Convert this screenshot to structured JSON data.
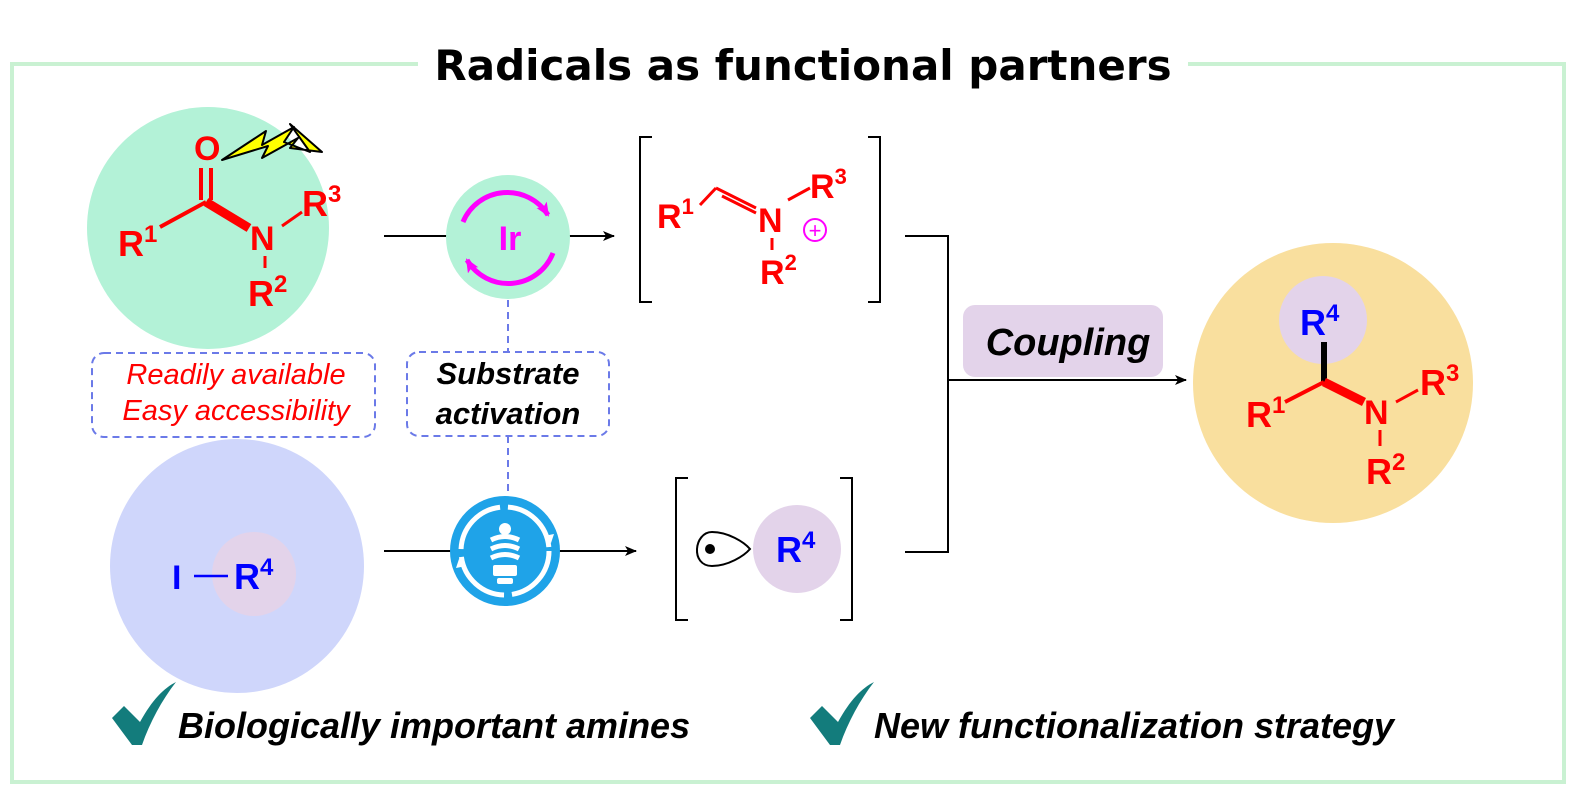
{
  "title": "Radicals as functional partners",
  "colors": {
    "frame": "#c9f1d2",
    "green_circle": "#b3f2d7",
    "blue_circle": "#cfd6fb",
    "orange_circle": "#f9df9e",
    "lavender": "#e3d3ea",
    "red": "#ff0000",
    "blue": "#0000ff",
    "magenta": "#ff00ff",
    "teal": "#137c7c",
    "bulb_blue": "#1fa3e8"
  },
  "amide": {
    "oxygen": "O",
    "r1": "R",
    "r1_sup": "1",
    "nitrogen": "N",
    "r2": "R",
    "r2_sup": "2",
    "r3": "R",
    "r3_sup": "3"
  },
  "iodide": {
    "iodine": "I",
    "r4": "R",
    "r4_sup": "4"
  },
  "catalyst": {
    "label": "Ir"
  },
  "iminium": {
    "r1": "R",
    "r1_sup": "1",
    "nitrogen": "N",
    "r2": "R",
    "r2_sup": "2",
    "r3": "R",
    "r3_sup": "3",
    "charge": "+"
  },
  "radical": {
    "r4": "R",
    "r4_sup": "4"
  },
  "product": {
    "r1": "R",
    "r1_sup": "1",
    "nitrogen": "N",
    "r2": "R",
    "r2_sup": "2",
    "r3": "R",
    "r3_sup": "3",
    "r4": "R",
    "r4_sup": "4"
  },
  "notes": {
    "availability_line1": "Readily available",
    "availability_line2": "Easy accessibility",
    "activation_line1": "Substrate",
    "activation_line2": "activation"
  },
  "coupling_label": "Coupling",
  "highlights": [
    {
      "text": "Biologically important amines"
    },
    {
      "text": "New functionalization strategy"
    }
  ],
  "icons": [
    "lightning-icon",
    "bulb-icon",
    "check-icon"
  ]
}
